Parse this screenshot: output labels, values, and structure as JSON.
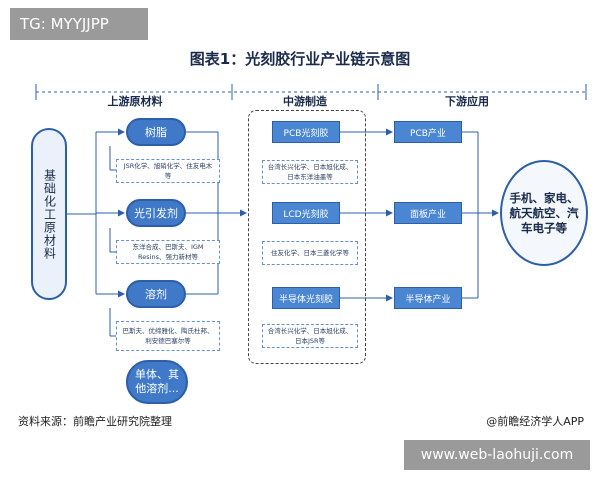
{
  "watermark_tag": "TG: MYYJJPP",
  "title": "图表1：光刻胶行业产业链示意图",
  "stages": {
    "upstream": "上游原材料",
    "midstream": "中游制造",
    "downstream": "下游应用"
  },
  "base_material": "基础化工原材料",
  "materials": [
    {
      "label": "树脂",
      "note": "JSR化学、旭硝化学、住友电木等"
    },
    {
      "label": "光引发剂",
      "note": "东洋合成、巴斯夫、IGM Resins、强力新材等"
    },
    {
      "label": "溶剂",
      "note": "巴斯夫、优缔雅化、陶氏杜邦、利安德巴塞尔等"
    },
    {
      "label": "单体、其他溶剂..."
    }
  ],
  "products": [
    {
      "label": "PCB光刻胶",
      "note": "台湾长兴化学、日本旭化成、日本东洋油墨等"
    },
    {
      "label": "LCD光刻胶",
      "note": "住友化学、日本三菱化学等"
    },
    {
      "label": "半导体光刻胶",
      "note": "合湾长兴化学、日本旭化成、日本JSR等"
    }
  ],
  "industries": [
    "PCB产业",
    "面板产业",
    "半导体产业"
  ],
  "end_use": "手机、家电、航天航空、汽车电子等",
  "source": "资料来源：前瞻产业研究院整理",
  "credit": "@前瞻经济学人APP",
  "footer_watermark": "www.web-laohuji.com"
}
